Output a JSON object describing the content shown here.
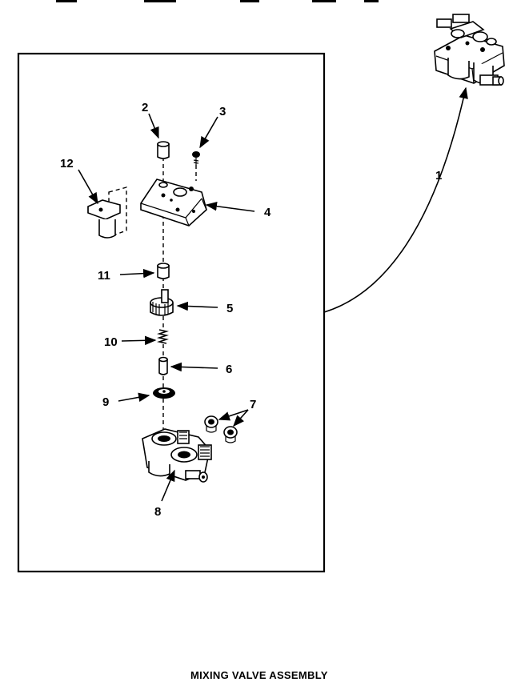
{
  "caption": "MIXING VALVE ASSEMBLY",
  "callouts": {
    "c1": "1",
    "c2": "2",
    "c3": "3",
    "c4": "4",
    "c5": "5",
    "c6": "6",
    "c7": "7",
    "c8": "8",
    "c9": "9",
    "c10": "10",
    "c11": "11",
    "c12": "12"
  }
}
